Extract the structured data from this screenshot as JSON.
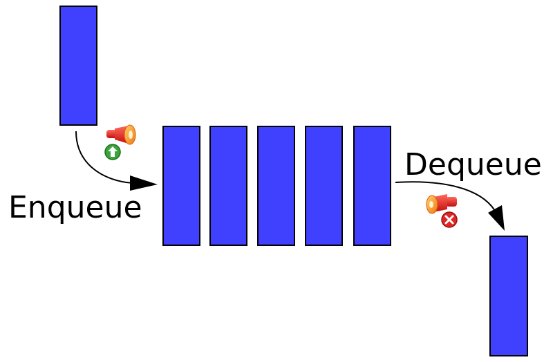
{
  "labels": {
    "enqueue": "Enqueue",
    "dequeue": "Dequeue"
  },
  "colors": {
    "item": "#4040ff",
    "outline": "#000000",
    "megaphone": "#e8231f",
    "megaphone_bell": "#f7931e",
    "enqueue_badge": "#3aa53a",
    "dequeue_badge": "#e02525"
  },
  "icons": {
    "enqueue_icon": "megaphone-up-icon",
    "dequeue_icon": "megaphone-remove-icon"
  },
  "queue": {
    "incoming_items": 1,
    "queued_items": 5,
    "outgoing_items": 1
  }
}
